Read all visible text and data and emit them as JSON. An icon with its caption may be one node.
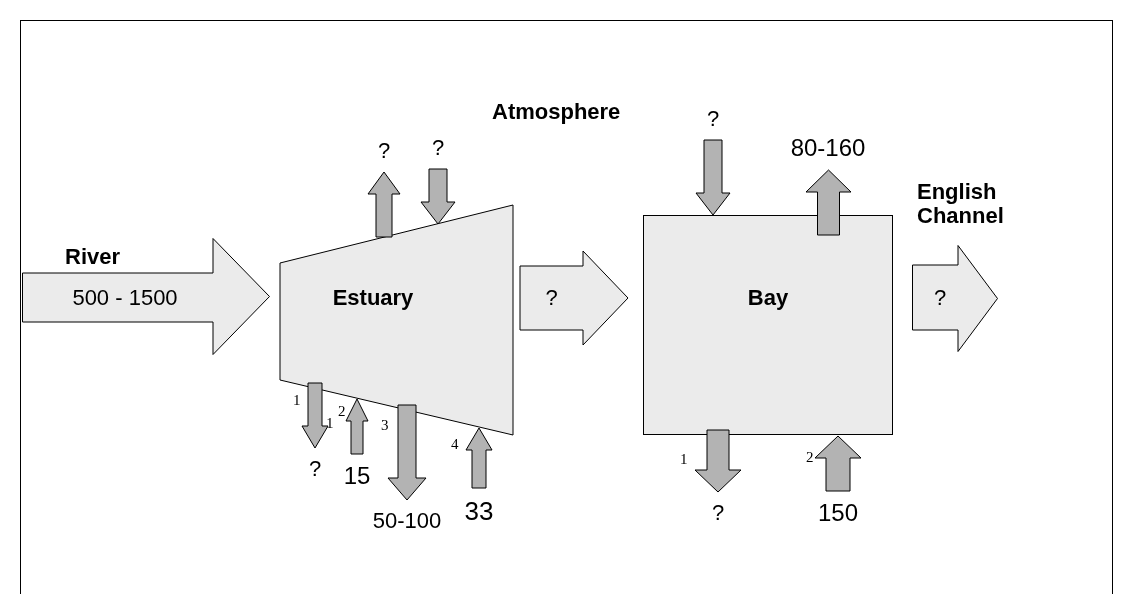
{
  "diagram": {
    "nodes": [
      {
        "text": [
          "River",
          "500 - 1500"
        ]
      },
      {
        "text": [
          "Estuary"
        ]
      },
      {
        "text": [
          "Bay"
        ]
      },
      {
        "text": [
          "English Channel",
          "?"
        ]
      }
    ],
    "edges": [
      {
        "from": 1,
        "to": null,
        "arrow": "to",
        "label": "?"
      },
      {
        "from": null,
        "to": 1,
        "arrow": "to",
        "label": "?"
      },
      {
        "from": null,
        "to": 2,
        "arrow": "to",
        "label": "?"
      },
      {
        "from": 2,
        "to": null,
        "arrow": "to",
        "label": "80-160"
      },
      {
        "from": 1,
        "to": null,
        "arrow": "to",
        "label": "?"
      },
      {
        "from": null,
        "to": 1,
        "arrow": "to",
        "label": "15"
      },
      {
        "from": 1,
        "to": null,
        "arrow": "to",
        "label": "50-100"
      },
      {
        "from": null,
        "to": 1,
        "arrow": "to",
        "label": "33"
      },
      {
        "from": 2,
        "to": null,
        "arrow": "to",
        "label": "?"
      },
      {
        "from": null,
        "to": 2,
        "arrow": "to",
        "label": "150"
      },
      {
        "from": 1,
        "to": 2,
        "arrow": "to",
        "label": "?",
        "style": "thick"
      }
    ],
    "labels": [
      "Atmosphere",
      "1",
      "1",
      "2",
      "3",
      "4",
      "1",
      "2"
    ]
  }
}
